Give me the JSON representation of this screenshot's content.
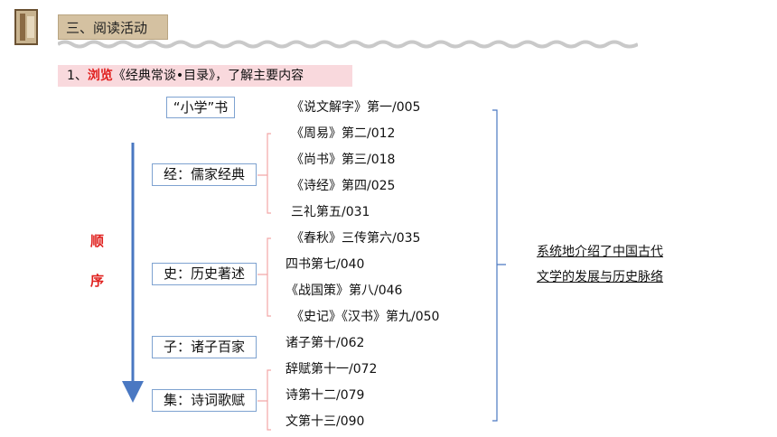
{
  "header": {
    "section_title": "三、阅读活动",
    "step_prefix": "1、",
    "step_highlight": "浏览",
    "step_rest": "《经典常谈•目录》，了解主要内容"
  },
  "order_label": {
    "char1": "顺",
    "char2": "序"
  },
  "categories": [
    {
      "label": "“小学”书"
    },
    {
      "label": "经：儒家经典"
    },
    {
      "label": "史：历史著述"
    },
    {
      "label": "子：诸子百家"
    },
    {
      "label": "集：诗词歌赋"
    }
  ],
  "items": [
    "《说文解字》第一/005",
    "《周易》第二/012",
    "《尚书》第三/018",
    "《诗经》第四/025",
    "三礼第五/031",
    "《春秋》三传第六/035",
    "四书第七/040",
    "《战国策》第八/046",
    "《史记》《汉书》第九/050",
    "诸子第十/062",
    "辞赋第十一/072",
    "诗第十二/079",
    "文第十三/090"
  ],
  "summary": {
    "line1": "系统地介绍了中国古代",
    "line2": "文学的发展与历史脉络"
  },
  "colors": {
    "accent_red": "#e0201e",
    "line_blue": "#4a78c2",
    "step_bg": "#f9d9dd",
    "title_bg": "#d4c1a1"
  }
}
